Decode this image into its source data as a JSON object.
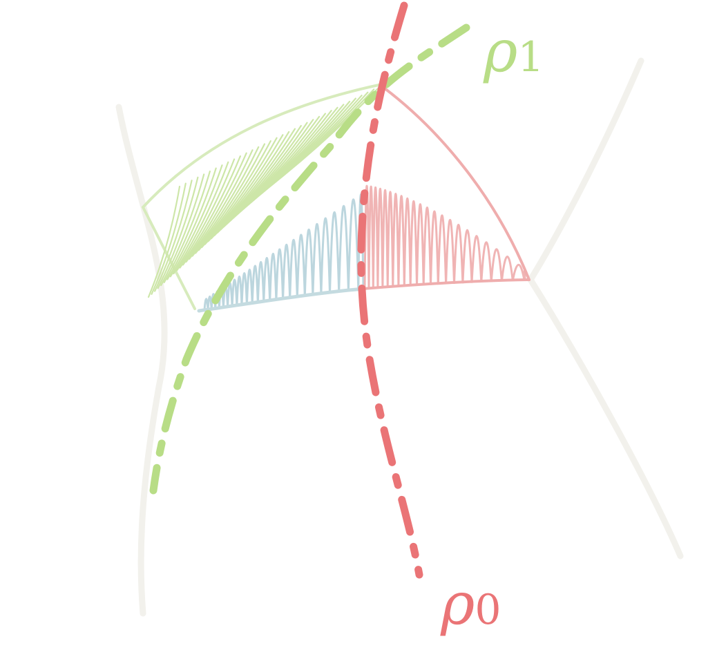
{
  "labels": {
    "rho1": {
      "symbol": "ρ",
      "subscript": "1"
    },
    "rho0": {
      "symbol": "ρ",
      "subscript": "0"
    }
  },
  "colors": {
    "background": "#ffffff",
    "manifold": "#f2f1ec",
    "rho1": "#b8dd86",
    "rho1_hatch": "#cde6a8",
    "rho0": "#ea7476",
    "rho0_fill_lines": "#f0b4b4",
    "blue_fill_lines": "#bcd6de",
    "triangle_edge": "#c4dbe0"
  }
}
